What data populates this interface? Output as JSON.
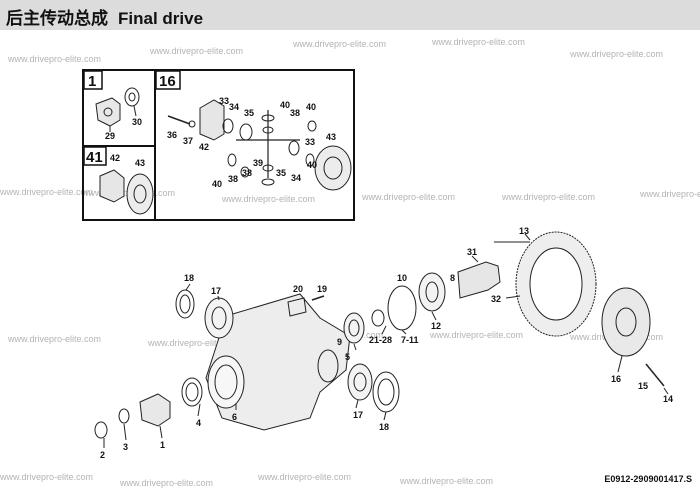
{
  "title": {
    "cn": "后主传动总成",
    "en": "Final drive"
  },
  "watermark": "www.drivepro-elite.com",
  "drawing_code": "E0912-2909001417.S",
  "inset_boxes": {
    "box1": "1",
    "box16": "16",
    "box41": "41"
  },
  "callouts": {
    "c29": "29",
    "c30": "30",
    "c33a": "33",
    "c34a": "34",
    "c35a": "35",
    "c40a": "40",
    "c38a": "38",
    "c40b": "40",
    "c36": "36",
    "c37": "37",
    "c42a": "42",
    "c39": "39",
    "c33b": "33",
    "c43a": "43",
    "c40c": "40",
    "c38b": "38",
    "c38c": "38",
    "c35b": "35",
    "c34b": "34",
    "c40d": "40",
    "c42b": "42",
    "c43b": "43",
    "c13": "13",
    "c31": "31",
    "c32": "32",
    "c18a": "18",
    "c17a": "17",
    "c20": "20",
    "c19": "19",
    "c9": "9",
    "c10": "10",
    "c8": "8",
    "c12": "12",
    "c5": "5",
    "c2128": "21-28",
    "c711": "7-11",
    "c16": "16",
    "c15": "15",
    "c14": "14",
    "c4": "4",
    "c6": "6",
    "c17b": "17",
    "c18b": "18",
    "c2": "2",
    "c3": "3",
    "c1": "1"
  }
}
